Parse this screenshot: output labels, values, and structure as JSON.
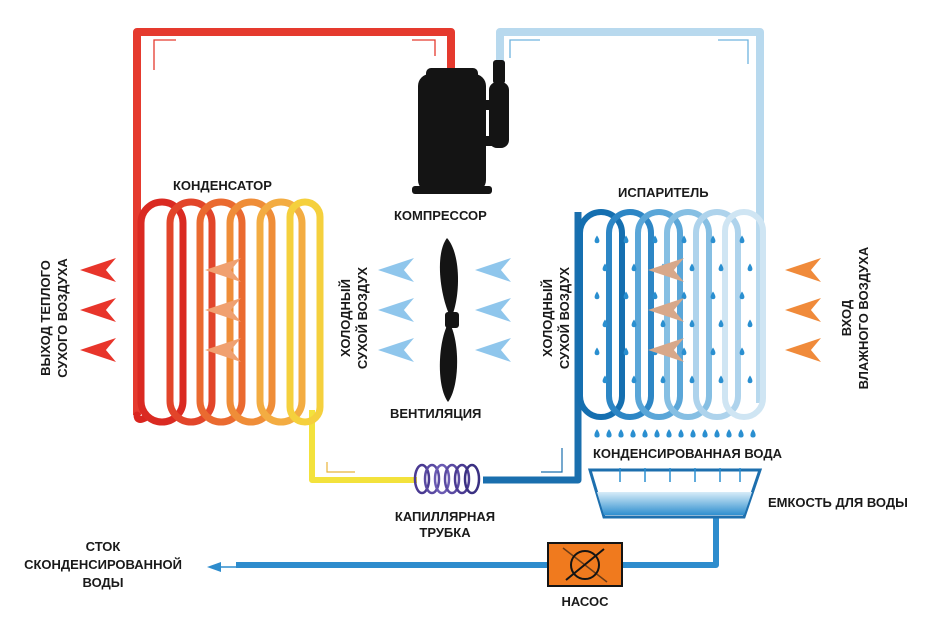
{
  "labels": {
    "condenser": "КОНДЕНСАТОР",
    "compressor": "КОМПРЕССОР",
    "evaporator": "ИСПАРИТЕЛЬ",
    "ventilation": "ВЕНТИЛЯЦИЯ",
    "condensed_water": "КОНДЕНСИРОВАННАЯ ВОДА",
    "water_tank": "ЕМКОСТЬ ДЛЯ ВОДЫ",
    "capillary_line1": "КАПИЛЛЯРНАЯ",
    "capillary_line2": "ТРУБКА",
    "pump": "НАСОС",
    "drain_line1": "СТОК",
    "drain_line2": "СКОНДЕНСИРОВАННОЙ",
    "drain_line3": "ВОДЫ",
    "outlet_line1": "ВЫХОД ТЕПЛОГО",
    "outlet_line2": "СУХОГО ВОЗДУХА",
    "cold_left_line1": "ХОЛОДНЫЙ",
    "cold_left_line2": "СУХОЙ ВОЗДУХ",
    "cold_right_line1": "ХОЛОДНЫЙ",
    "cold_right_line2": "СУХОЙ ВОЗДУХ",
    "inlet_line1": "ВХОД",
    "inlet_line2": "ВЛАЖНОГО ВОЗДУХА"
  },
  "colors": {
    "hot_pipe": "#e53a2e",
    "cold_pipe": "#9cc8e6",
    "evaporator_blue": "#1a7fc0",
    "capillary_yellow": "#f3e23c",
    "compressor": "#141414",
    "hot_arrow": "#e8352b",
    "warm_arrow": "#f08a3a",
    "cold_arrow": "#8fc6ec",
    "water_drop": "#2a8fd0",
    "pump_orange": "#f07a1e"
  },
  "icons": [
    "compressor-icon",
    "fan-icon",
    "capillary-coil-icon",
    "pump-icon",
    "water-tank-icon"
  ]
}
